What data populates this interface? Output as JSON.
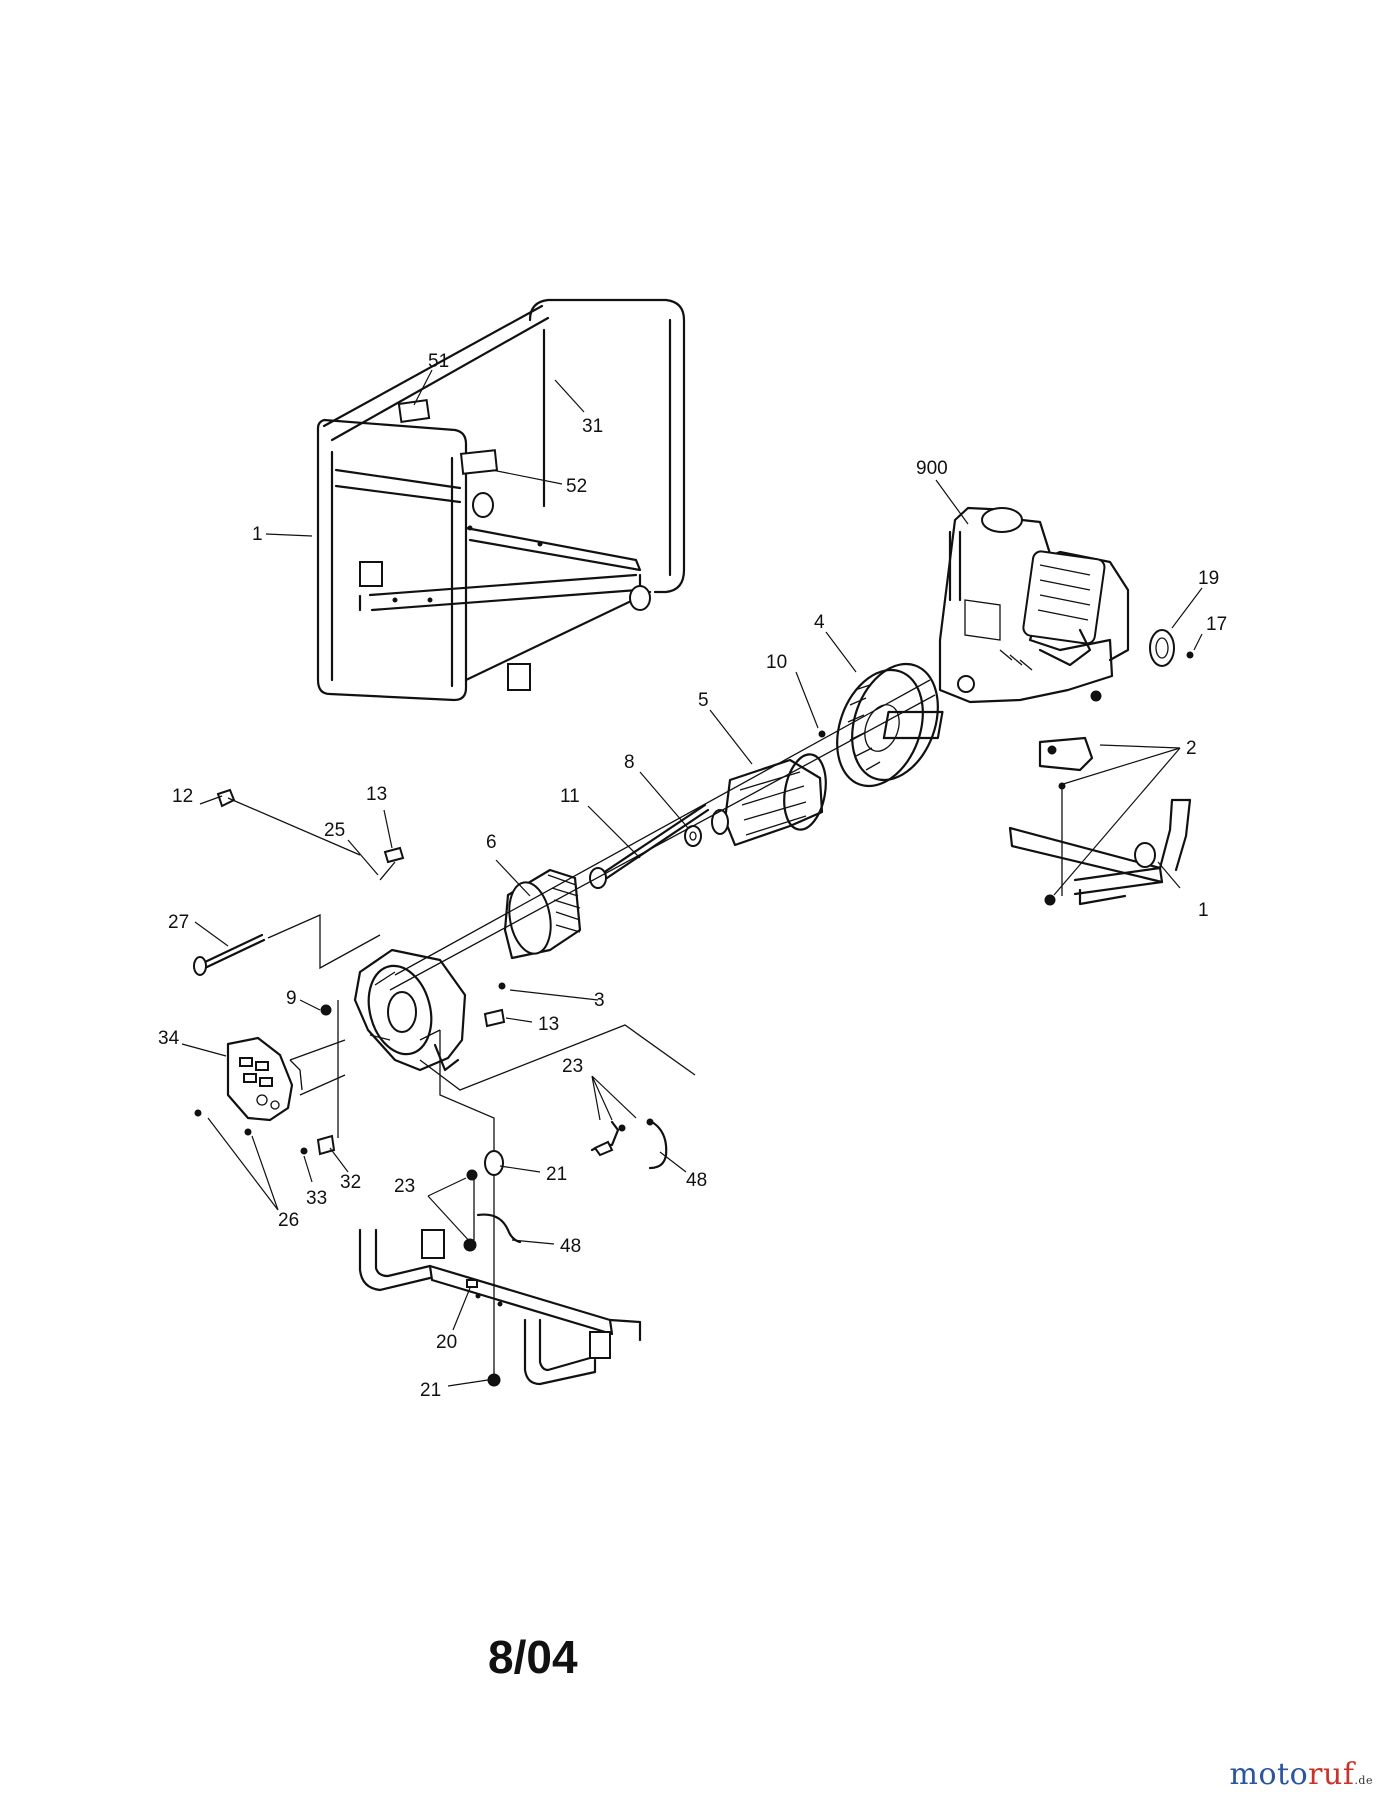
{
  "callouts": [
    {
      "id": "c51",
      "text": "51"
    },
    {
      "id": "c31",
      "text": "31"
    },
    {
      "id": "c52",
      "text": "52"
    },
    {
      "id": "c1a",
      "text": "1"
    },
    {
      "id": "c900",
      "text": "900"
    },
    {
      "id": "c19",
      "text": "19"
    },
    {
      "id": "c17",
      "text": "17"
    },
    {
      "id": "c4",
      "text": "4"
    },
    {
      "id": "c10",
      "text": "10"
    },
    {
      "id": "c5",
      "text": "5"
    },
    {
      "id": "c2",
      "text": "2"
    },
    {
      "id": "c8",
      "text": "8"
    },
    {
      "id": "c12",
      "text": "12"
    },
    {
      "id": "c13a",
      "text": "13"
    },
    {
      "id": "c11",
      "text": "11"
    },
    {
      "id": "c6",
      "text": "6"
    },
    {
      "id": "c25",
      "text": "25"
    },
    {
      "id": "c1b",
      "text": "1"
    },
    {
      "id": "c27",
      "text": "27"
    },
    {
      "id": "c3",
      "text": "3"
    },
    {
      "id": "c9",
      "text": "9"
    },
    {
      "id": "c13b",
      "text": "13"
    },
    {
      "id": "c34",
      "text": "34"
    },
    {
      "id": "c23a",
      "text": "23"
    },
    {
      "id": "c48a",
      "text": "48"
    },
    {
      "id": "c21a",
      "text": "21"
    },
    {
      "id": "c23b",
      "text": "23"
    },
    {
      "id": "c32",
      "text": "32"
    },
    {
      "id": "c33",
      "text": "33"
    },
    {
      "id": "c26",
      "text": "26"
    },
    {
      "id": "c48b",
      "text": "48"
    },
    {
      "id": "c20",
      "text": "20"
    },
    {
      "id": "c21b",
      "text": "21"
    }
  ],
  "date_stamp": "8/04",
  "watermark": {
    "brand_a": "moto",
    "brand_b": "ruf",
    "tld": ".de"
  },
  "colors": {
    "line": "#111111",
    "watermark_blue": "#2a55a0",
    "watermark_red": "#c9332b"
  }
}
